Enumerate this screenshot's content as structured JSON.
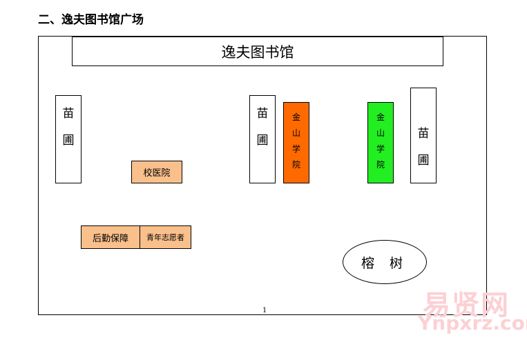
{
  "heading": "二、逸夫图书馆广场",
  "library_label": "逸夫图书馆",
  "nursery_chars": [
    "苗",
    "圃"
  ],
  "jinshan_chars": [
    "金",
    "山",
    "学",
    "院"
  ],
  "hospital_label": "校医院",
  "logistics_label": "后勤保障",
  "volunteer_label": "青年志愿者",
  "banyan_label": "榕 树",
  "page_number": "1",
  "watermark": {
    "site": "易贤网",
    "url": "Ynpxrz.com"
  },
  "colors": {
    "jinshan_left": "#ff6a00",
    "jinshan_right": "#22ee22",
    "service_boxes": "#f9c08c"
  }
}
